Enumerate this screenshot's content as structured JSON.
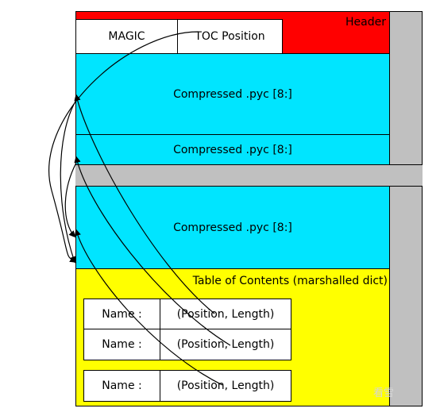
{
  "colors": {
    "header": "#ff0000",
    "compressed": "#00e5ff",
    "toc": "#ffff00",
    "gap": "#c0c0c0",
    "border": "#000000",
    "cell": "#ffffff"
  },
  "header": {
    "label": "Header",
    "magic": "MAGIC",
    "toc_position": "TOC Position"
  },
  "blocks": [
    {
      "label": "Compressed .pyc [8:]"
    },
    {
      "label": "Compressed .pyc [8:]"
    },
    {
      "label": "Compressed .pyc [8:]"
    }
  ],
  "toc": {
    "title": "Table of Contents (marshalled dict)",
    "entries": [
      {
        "name": "Name :",
        "value": "(Position, Length)"
      },
      {
        "name": "Name :",
        "value": "(Position, Length)"
      },
      {
        "name": "Name :",
        "value": "(Position, Length)"
      }
    ]
  },
  "watermark": "看雪"
}
